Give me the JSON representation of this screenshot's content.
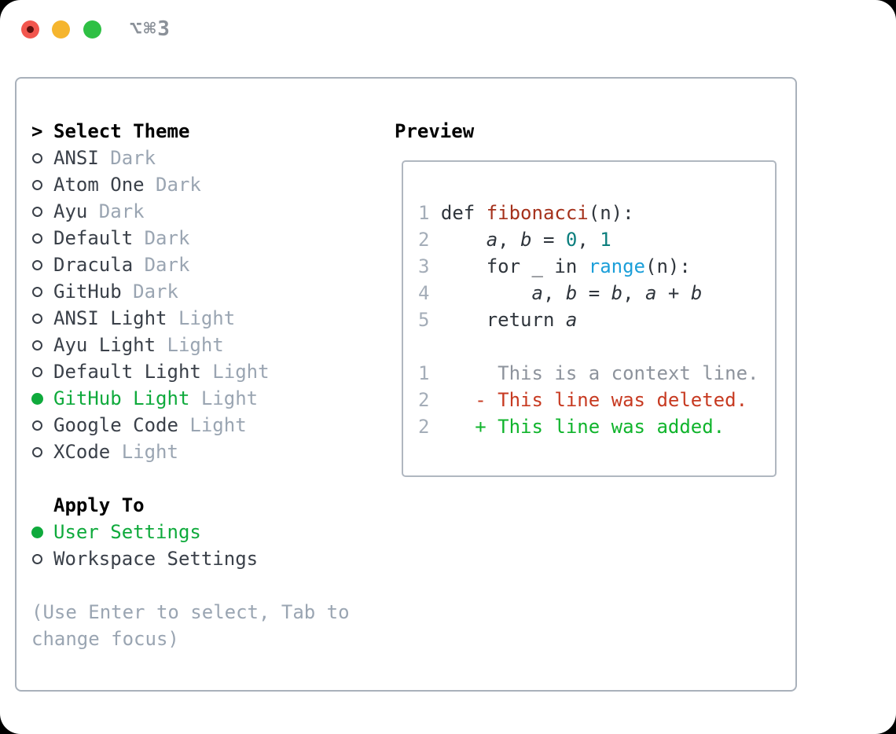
{
  "titlebar": {
    "shortcut": "⌥⌘3",
    "traffic_lights": {
      "close": {
        "color": "#f2564e",
        "inner_dot": "#5e100e"
      },
      "minimize": {
        "color": "#f5b52e"
      },
      "zoom": {
        "color": "#2ec044"
      }
    },
    "shortcut_color": "#8b9199"
  },
  "colors": {
    "header": "#000000",
    "name": "#3a4049",
    "variant": "#9aa5b2",
    "hint": "#9aa5b2",
    "selected": "#0faa3c",
    "code": "#2f353c",
    "function": "#a5311b",
    "number": "#0b7e7d",
    "builtin": "#1c9fd9",
    "lineno": "#a4adb8",
    "context": "#8d939c",
    "deleted": "#c73a21",
    "added": "#10b42c"
  },
  "sidebar": {
    "header": {
      "marker": ">",
      "label": "Select Theme"
    },
    "themes": [
      {
        "name": "ANSI",
        "variant": "Dark",
        "selected": false
      },
      {
        "name": "Atom One",
        "variant": "Dark",
        "selected": false
      },
      {
        "name": "Ayu",
        "variant": "Dark",
        "selected": false
      },
      {
        "name": "Default",
        "variant": "Dark",
        "selected": false
      },
      {
        "name": "Dracula",
        "variant": "Dark",
        "selected": false
      },
      {
        "name": "GitHub",
        "variant": "Dark",
        "selected": false
      },
      {
        "name": "ANSI Light",
        "variant": "Light",
        "selected": false
      },
      {
        "name": "Ayu Light",
        "variant": "Light",
        "selected": false
      },
      {
        "name": "Default Light",
        "variant": "Light",
        "selected": false
      },
      {
        "name": "GitHub Light",
        "variant": "Light",
        "selected": true
      },
      {
        "name": "Google Code",
        "variant": "Light",
        "selected": false
      },
      {
        "name": "XCode",
        "variant": "Light",
        "selected": false
      }
    ],
    "apply_to": {
      "label": "Apply To",
      "options": [
        {
          "name": "User Settings",
          "selected": true
        },
        {
          "name": "Workspace Settings",
          "selected": false
        }
      ]
    },
    "hint_lines": [
      "(Use Enter to select, Tab to",
      "change focus)"
    ]
  },
  "preview": {
    "label": "Preview",
    "lines": [
      {
        "tokens": [
          [
            "1",
            "lineno"
          ],
          [
            " def ",
            "code"
          ],
          [
            "fibonacci",
            "function"
          ],
          [
            "(n):",
            "code"
          ]
        ]
      },
      {
        "tokens": [
          [
            "2",
            "lineno"
          ],
          [
            "     ",
            "code"
          ],
          [
            "a",
            "code",
            1
          ],
          [
            ", ",
            "code"
          ],
          [
            "b",
            "code",
            1
          ],
          [
            " = ",
            "code"
          ],
          [
            "0",
            "number"
          ],
          [
            ", ",
            "code"
          ],
          [
            "1",
            "number"
          ]
        ]
      },
      {
        "tokens": [
          [
            "3",
            "lineno"
          ],
          [
            "     for _ in ",
            "code"
          ],
          [
            "range",
            "builtin"
          ],
          [
            "(n):",
            "code"
          ]
        ]
      },
      {
        "tokens": [
          [
            "4",
            "lineno"
          ],
          [
            "         ",
            "code"
          ],
          [
            "a",
            "code",
            1
          ],
          [
            ", ",
            "code"
          ],
          [
            "b",
            "code",
            1
          ],
          [
            " = ",
            "code"
          ],
          [
            "b",
            "code",
            1
          ],
          [
            ", ",
            "code"
          ],
          [
            "a",
            "code",
            1
          ],
          [
            " + ",
            "code"
          ],
          [
            "b",
            "code",
            1
          ]
        ]
      },
      {
        "tokens": [
          [
            "5",
            "lineno"
          ],
          [
            "     return ",
            "code"
          ],
          [
            "a",
            "code",
            1
          ]
        ]
      },
      {
        "tokens": []
      },
      {
        "tokens": [
          [
            "1",
            "lineno"
          ],
          [
            "      This is a context line.",
            "context"
          ]
        ]
      },
      {
        "tokens": [
          [
            "2",
            "lineno"
          ],
          [
            "    ",
            "code"
          ],
          [
            "- This line was deleted.",
            "deleted"
          ]
        ]
      },
      {
        "tokens": [
          [
            "2",
            "lineno"
          ],
          [
            "    ",
            "code"
          ],
          [
            "+ This line was added.",
            "added"
          ]
        ]
      }
    ]
  }
}
